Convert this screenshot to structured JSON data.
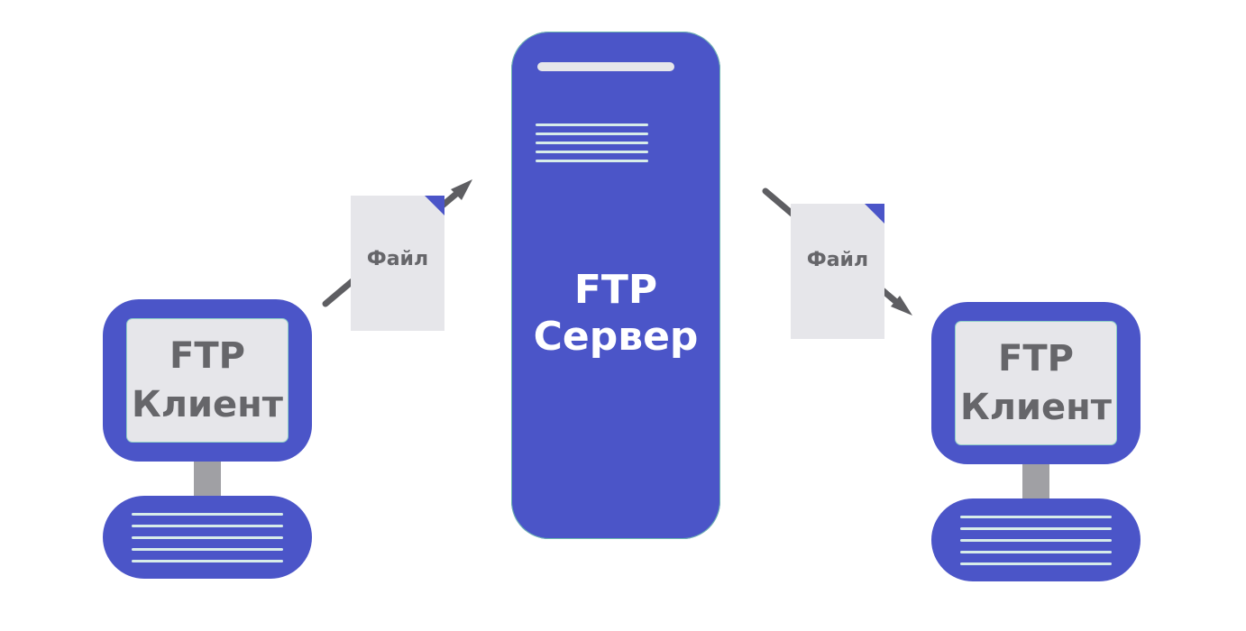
{
  "colors": {
    "primary": "#4b55c8",
    "light": "#e6e6ea",
    "text_gray": "#66666a",
    "arrow": "#5e5e62",
    "neck": "#a0a0a4"
  },
  "server": {
    "label_line1": "FTP",
    "label_line2": "Сервер",
    "icon": "server-icon"
  },
  "clients": [
    {
      "label_line1": "FTP",
      "label_line2": "Клиент",
      "icon": "computer-icon"
    },
    {
      "label_line1": "FTP",
      "label_line2": "Клиент",
      "icon": "computer-icon"
    }
  ],
  "files": [
    {
      "label": "Файл",
      "icon": "file-icon"
    },
    {
      "label": "Файл",
      "icon": "file-icon"
    }
  ],
  "connections": [
    {
      "from": "clients.0",
      "to": "server",
      "direction": "upload"
    },
    {
      "from": "server",
      "to": "clients.1",
      "direction": "download"
    }
  ]
}
